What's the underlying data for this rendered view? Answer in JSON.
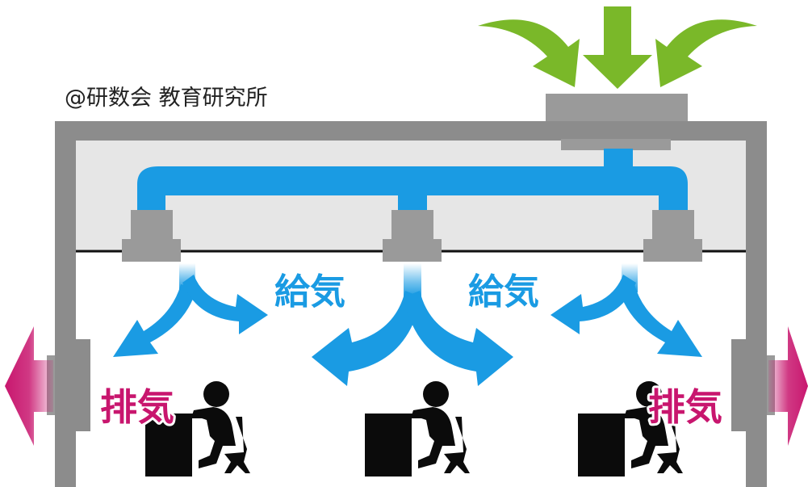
{
  "copyright": "@研数会 教育研究所",
  "labels": {
    "supply_left": "給気",
    "supply_right": "給気",
    "exhaust_left": "排気",
    "exhaust_right": "排気"
  },
  "colors": {
    "supply_blue": "#1a9be3",
    "exhaust_magenta": "#c8166e",
    "intake_green": "#7ab829",
    "wall_gray": "#8c8c8c",
    "unit_gray": "#9a9a9a",
    "ceiling_fill": "#e6e6e6"
  }
}
